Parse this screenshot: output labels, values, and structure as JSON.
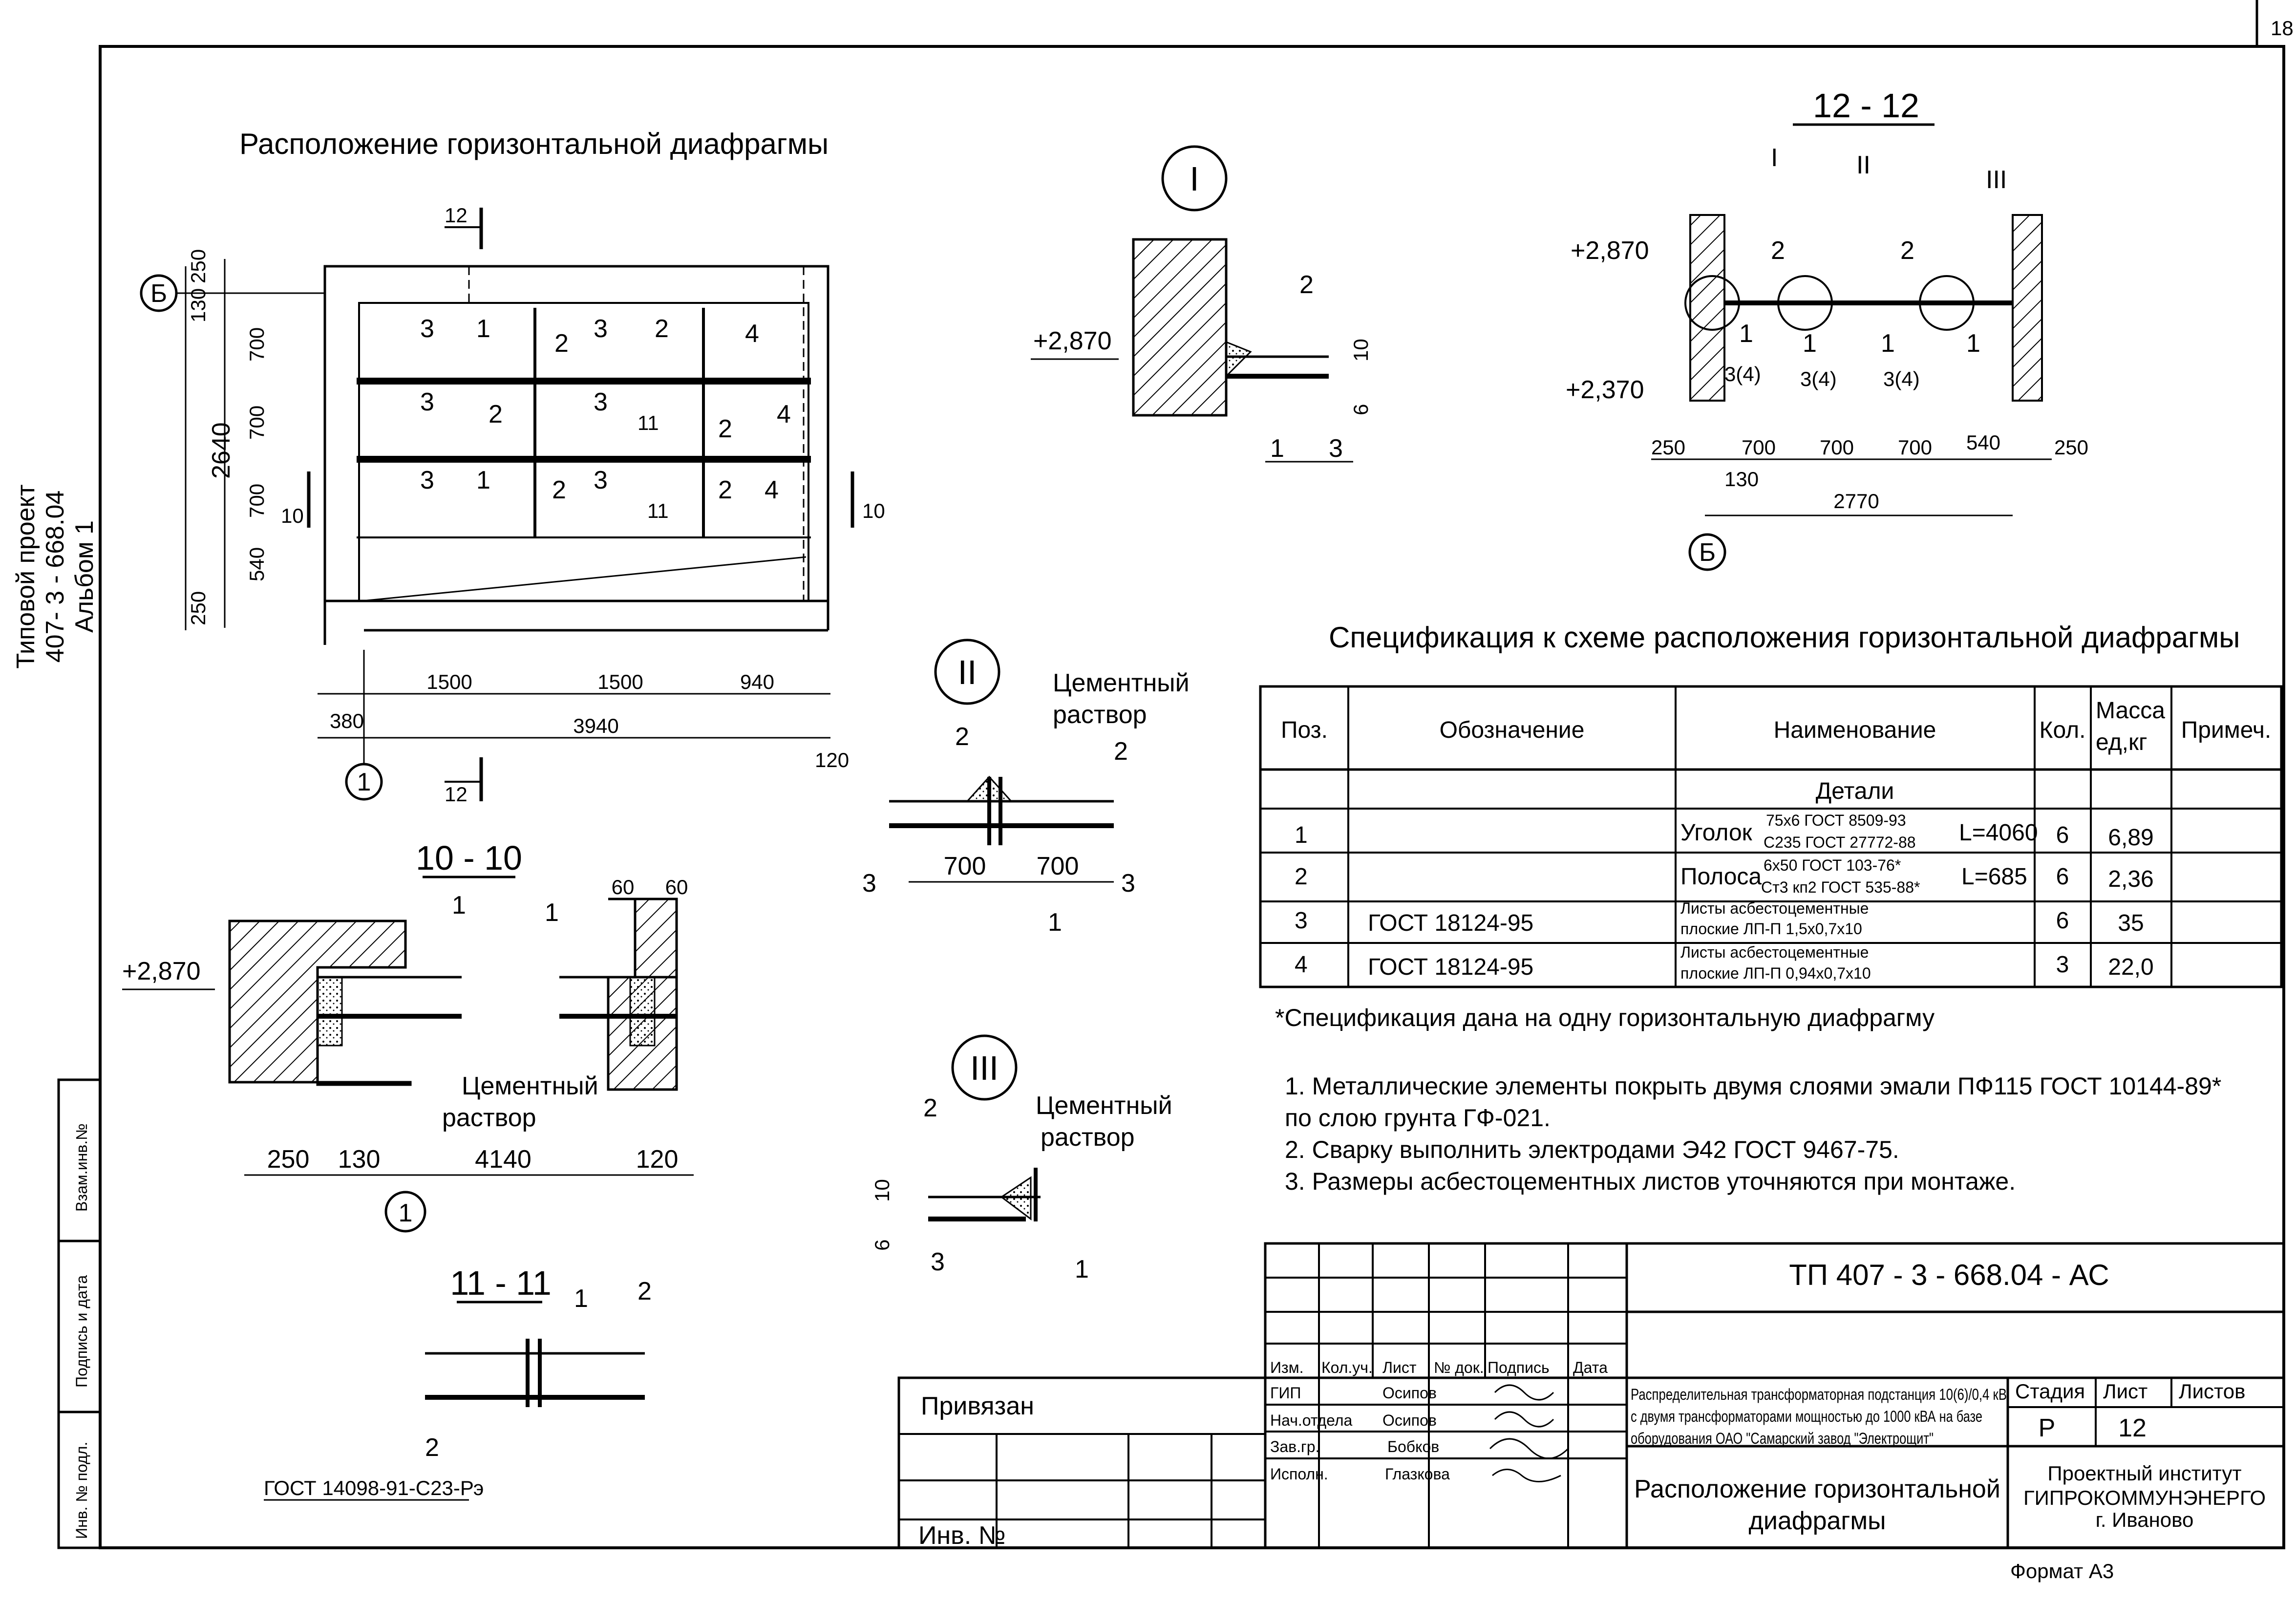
{
  "page_number": "18",
  "side_title": {
    "line1": "Типовой проект",
    "line2": "407- 3 - 668.04",
    "line3": "Альбом 1"
  },
  "side_stamp": [
    "Взам.инв.№",
    "Подпись и дата",
    "Инв. № подл."
  ],
  "plan": {
    "title": "Расположение горизонтальной диафрагмы",
    "axis_b": "Б",
    "axis_1": "1",
    "cut12": "12",
    "cut10": "10",
    "vdims": [
      "250",
      "130",
      "700",
      "700",
      "700",
      "540",
      "250"
    ],
    "vtotal": "2640",
    "hdims": [
      "1500",
      "1500",
      "940"
    ],
    "hleft": "380",
    "htotal": "3940",
    "hright": "120",
    "pos": [
      "3",
      "1",
      "2",
      "3",
      "2",
      "4",
      "3",
      "2",
      "3",
      "11",
      "2",
      "4",
      "3",
      "1",
      "2",
      "3",
      "11",
      "2",
      "4"
    ]
  },
  "node1": {
    "title": "I",
    "level": "+2,870",
    "labels": [
      "2",
      "10",
      "6",
      "1",
      "3"
    ]
  },
  "sec1212": {
    "title": "12 - 12",
    "marks": [
      "I",
      "II",
      "III"
    ],
    "lv1": "+2,870",
    "lv2": "+2,370",
    "labels": [
      "2",
      "2",
      "1",
      "3(4)",
      "1",
      "3(4)",
      "1",
      "3(4)",
      "1"
    ],
    "dims": [
      "250",
      "700",
      "700",
      "700",
      "540",
      "250"
    ],
    "d130": "130",
    "total": "2770",
    "axis": "Б"
  },
  "spec": {
    "title": "Спецификация к схеме расположения горизонтальной диафрагмы",
    "headers": [
      "Поз.",
      "Обозначение",
      "Наименование",
      "Кол.",
      "Масса ед,кг",
      "Примеч."
    ],
    "group": "Детали",
    "rows": [
      {
        "pos": "1",
        "des": "",
        "name": "Уголок",
        "sub1": "75х6 ГОСТ 8509-93",
        "sub2": "С235 ГОСТ 27772-88",
        "len": "L=4060",
        "qty": "6",
        "mass": "6,89"
      },
      {
        "pos": "2",
        "des": "",
        "name": "Полоса",
        "sub1": "6х50 ГОСТ 103-76*",
        "sub2": "Ст3 кп2 ГОСТ 535-88*",
        "len": "L=685",
        "qty": "6",
        "mass": "2,36"
      },
      {
        "pos": "3",
        "des": "ГОСТ 18124-95",
        "name": "Листы асбестоцементные",
        "sub1": "плоские ЛП-П 1,5х0,7х10",
        "qty": "6",
        "mass": "35"
      },
      {
        "pos": "4",
        "des": "ГОСТ 18124-95",
        "name": "Листы асбестоцементные",
        "sub1": "плоские ЛП-П 0,94х0,7х10",
        "qty": "3",
        "mass": "22,0"
      }
    ],
    "footnote": "*Спецификация дана на одну горизонтальную диафрагму"
  },
  "notes": [
    "1. Металлические элементы покрыть двумя слоями эмали ПФ115 ГОСТ 10144-89*",
    "по слою грунта ГФ-021.",
    "2. Сварку выполнить электродами Э42 ГОСТ 9467-75.",
    "3. Размеры асбестоцементных листов уточняются при монтаже."
  ],
  "node2": {
    "title": "II",
    "cement": "Цементный",
    "cement2": "раствор",
    "labels": [
      "2",
      "2",
      "3",
      "3",
      "1"
    ],
    "dims": [
      "700",
      "700"
    ]
  },
  "node3": {
    "title": "III",
    "cement": "Цементный",
    "cement2": "раствор",
    "labels": [
      "2",
      "10",
      "6",
      "3",
      "1"
    ]
  },
  "sec1010": {
    "title": "10 - 10",
    "level": "+2,870",
    "labels": [
      "1",
      "1"
    ],
    "d60a": "60",
    "d60b": "60",
    "cement": "Цементный",
    "cement2": "раствор",
    "dims": [
      "250",
      "130",
      "4140",
      "120"
    ],
    "axis": "1"
  },
  "sec1111": {
    "title": "11 - 11",
    "labels": [
      "1",
      "2",
      "2"
    ],
    "gost": "ГОСТ 14098-91-С23-Рэ"
  },
  "stamp": {
    "code": "ТП  407 - 3 - 668.04 - АС",
    "cols": [
      "Изм.",
      "Кол.уч.",
      "Лист",
      "№ док.",
      "Подпись",
      "Дата"
    ],
    "roles": [
      "ГИП",
      "Нач.отдела",
      "Зав.гр.",
      "Исполн."
    ],
    "names": [
      "Осипов",
      "Осипов",
      "Бобков",
      "Глазкова"
    ],
    "desc": [
      "Распределительная трансформаторная подстанция 10(6)/0,4 кВ",
      "с двумя трансформаторами мощностью до 1000 кВА на базе",
      "оборудования ОАО \"Самарский завод \"Электрощит\""
    ],
    "stage_h": "Стадия",
    "sheet_h": "Лист",
    "sheets_h": "Листов",
    "stage": "Р",
    "sheet": "12",
    "name1": "Расположение горизонтальной",
    "name2": "диафрагмы",
    "org1": "Проектный институт",
    "org2": "ГИПРОКОММУНЭНЕРГО",
    "org3": "г. Иваново",
    "privyazan": "Привязан",
    "inv": "Инв. №",
    "format": "Формат А3"
  }
}
